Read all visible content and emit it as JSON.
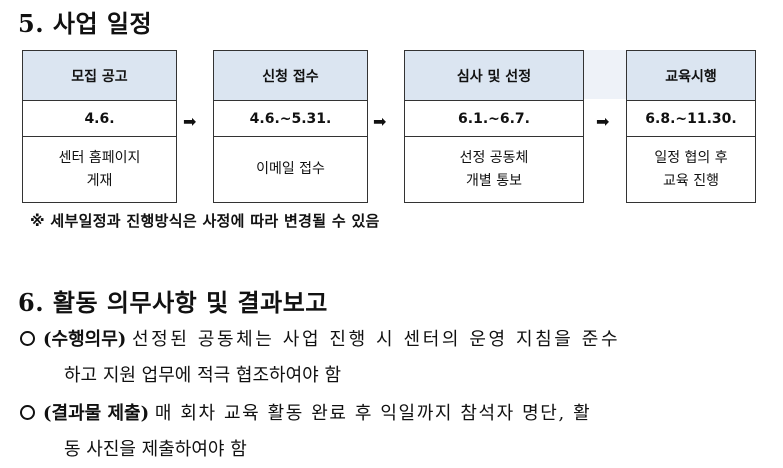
{
  "section5": {
    "title": "5. 사업 일정"
  },
  "stages": [
    {
      "head": "모집 공고",
      "date": "4.6.",
      "desc": "센터 홈페이지\n게재"
    },
    {
      "head": "신청 접수",
      "date": "4.6.~5.31.",
      "desc": "이메일 접수"
    },
    {
      "head": "심사 및 선정",
      "date": "6.1.~6.7.",
      "desc": "선정 공동체\n개별 통보"
    },
    {
      "head": "교육시행",
      "date": "6.8.~11.30.",
      "desc": "일정 협의 후\n교육 진행"
    }
  ],
  "arrow": "➡",
  "note": "※ 세부일정과 진행방식은 사정에 따라 변경될 수 있음",
  "section6": {
    "title": "6. 활동 의무사항 및 결과보고"
  },
  "items": [
    {
      "label": "(수행의무)",
      "line1_rest": "선정된 공동체는 사업 진행 시 센터의 운영 지침을 준수",
      "line2": "하고 지원 업무에 적극 협조하여야 함"
    },
    {
      "label": "(결과물 제출)",
      "line1_rest": "매 회차 교육 활동 완료 후 익일까지 참석자 명단, 활",
      "line2": "동 사진을 제출하여야 함"
    }
  ]
}
